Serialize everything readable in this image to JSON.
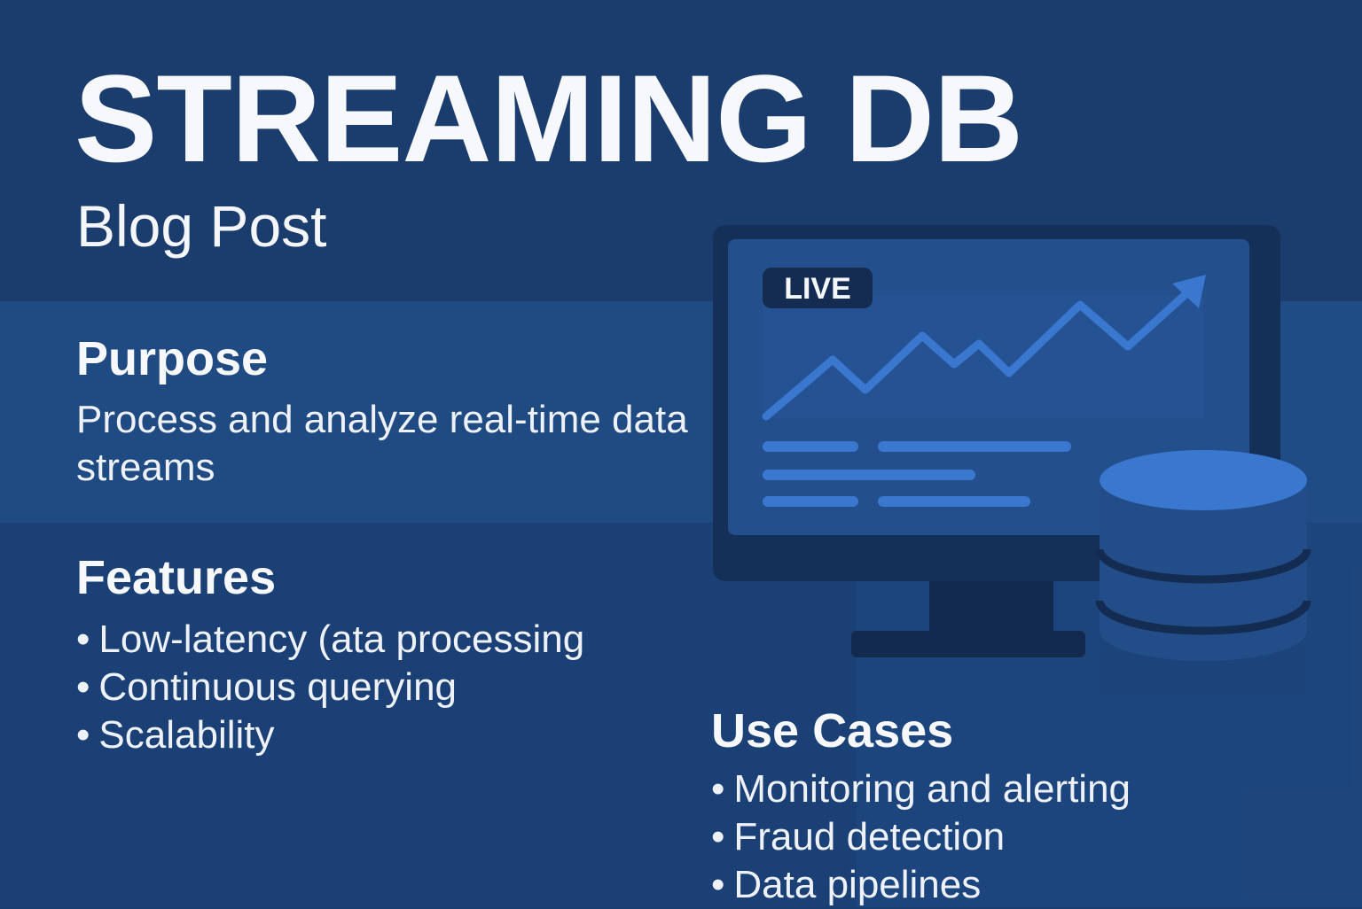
{
  "header": {
    "title": "STREAMING DB",
    "subtitle": "Blog Post"
  },
  "purpose": {
    "heading": "Purpose",
    "text": "Process and analyze real-time data streams"
  },
  "features": {
    "heading": "Features",
    "items": [
      "Low-latency (ata processing",
      "Continuous querying",
      "Scalability"
    ]
  },
  "use_cases": {
    "heading": "Use Cases",
    "items": [
      "Monitoring and alerting",
      "Fraud detection",
      "Data pipelines"
    ]
  },
  "illustration": {
    "badge": "LIVE",
    "icons": [
      "monitor-icon",
      "trend-arrow-icon",
      "database-icon"
    ]
  },
  "colors": {
    "background": "#1b3d6e",
    "accent": "#3a78cf",
    "text": "#f7f8fb"
  }
}
